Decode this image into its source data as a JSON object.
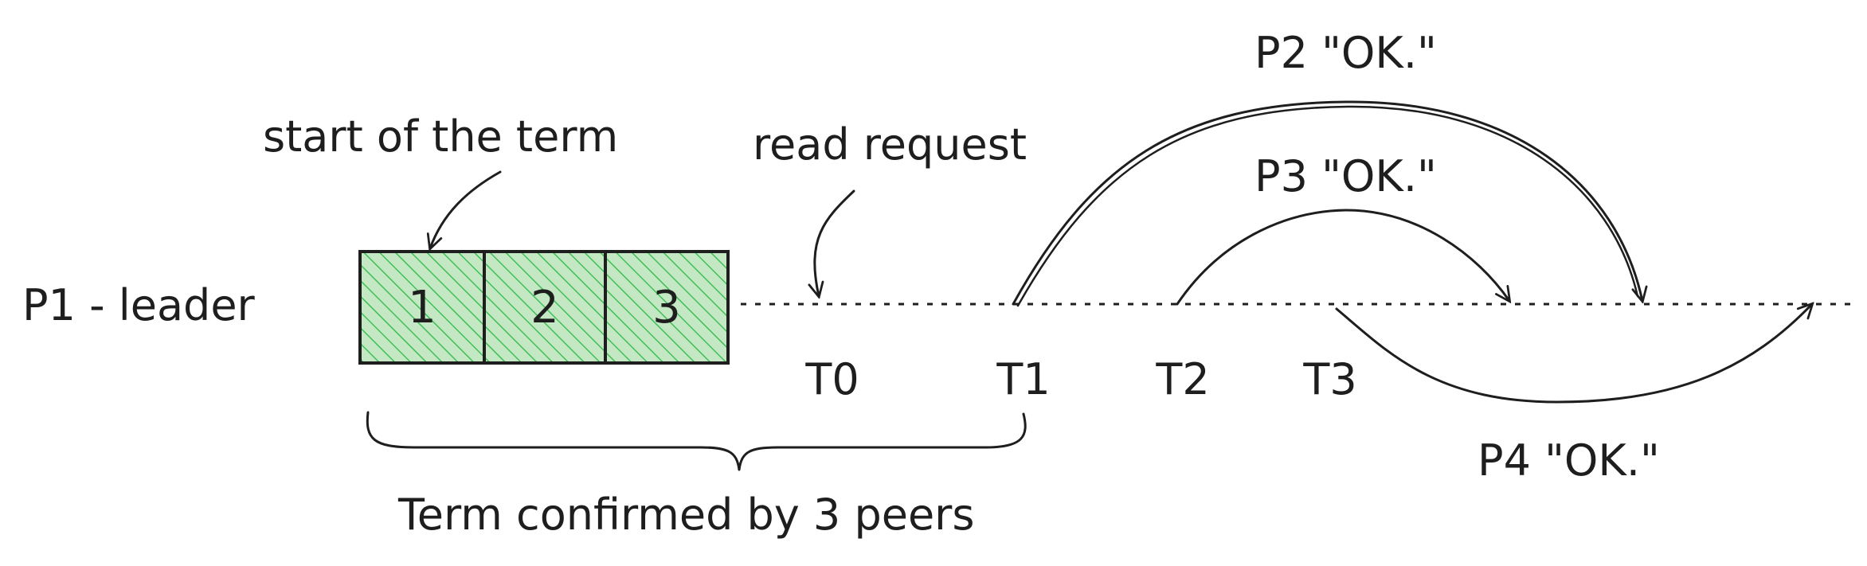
{
  "diagram": {
    "leader_label": "P1 - leader",
    "term_start_label": "start of the term",
    "read_request_label": "read request",
    "blocks": [
      "1",
      "2",
      "3"
    ],
    "time_marks": [
      "T0",
      "T1",
      "T2",
      "T3"
    ],
    "responses": [
      {
        "peer": "P2 \"OK.\""
      },
      {
        "peer": "P3 \"OK.\""
      },
      {
        "peer": "P4 \"OK.\""
      }
    ],
    "brace_label": "Term confirmed by 3 peers",
    "colors": {
      "block_fill": "#c3e8c3",
      "block_hatch": "#40c057",
      "ink": "#1e1e1e"
    }
  }
}
